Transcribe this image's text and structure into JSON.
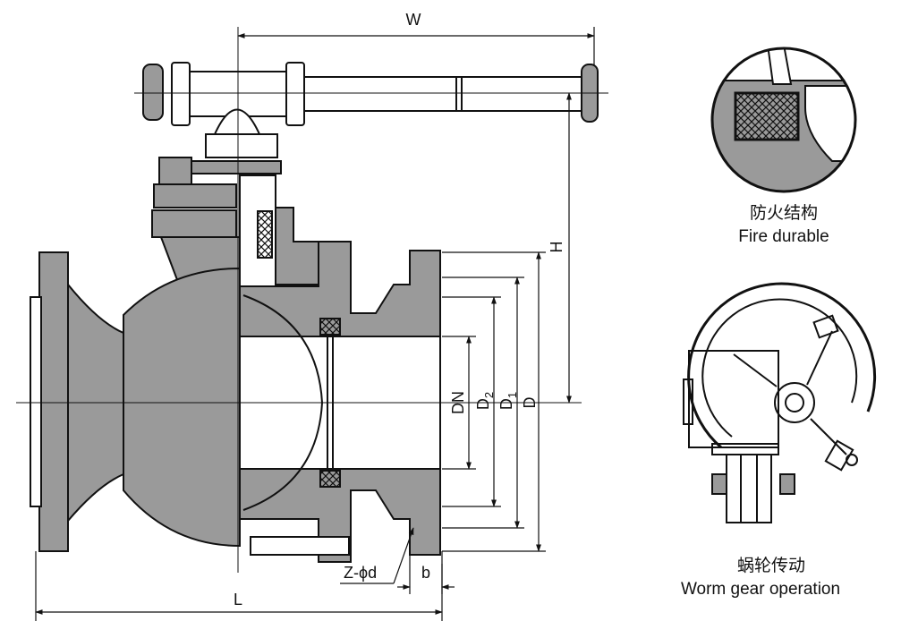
{
  "dimensions": {
    "width": "W",
    "length": "L",
    "height": "H",
    "nominal_diameter": "DN",
    "d2": "D",
    "d2_sub": "2",
    "d1": "D",
    "d1_sub": "1",
    "outer_diameter": "D",
    "bolt_holes": "Z-ϕd",
    "flange_thickness": "b"
  },
  "details": {
    "fire_safe": {
      "caption_cn": "防火结构",
      "caption_en": "Fire durable"
    },
    "worm_gear": {
      "caption_cn": "蜗轮传动",
      "caption_en": "Worm gear operation"
    }
  },
  "colors": {
    "body_fill": "#9a9a9a",
    "ink": "#111111",
    "seal_fill": "#ffffff",
    "background": "#ffffff"
  }
}
